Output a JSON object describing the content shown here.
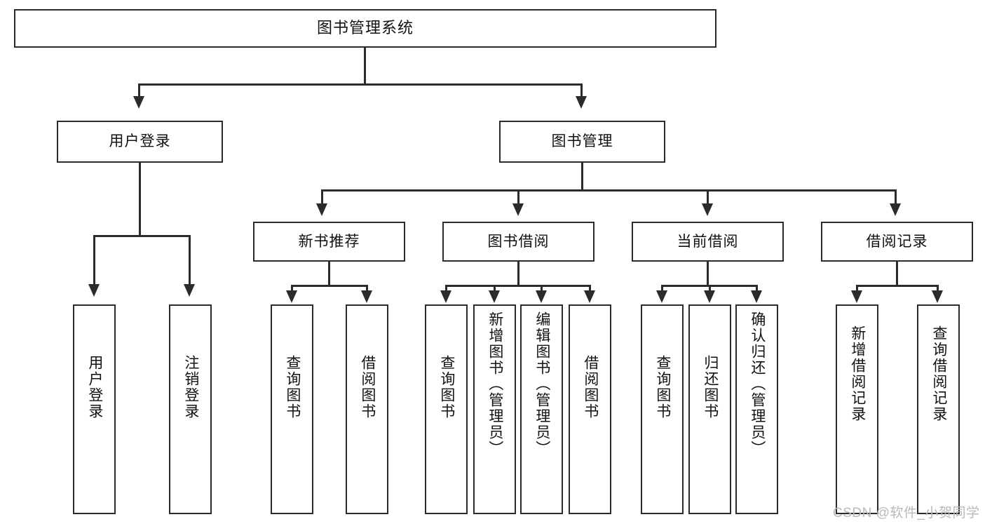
{
  "diagram": {
    "kind": "function-structure-tree",
    "title": "图书管理系统",
    "watermark": "CSDN @软件_小贺同学",
    "colors": {
      "stroke": "#2b2b2b",
      "fill": "#ffffff",
      "text": "#111111",
      "watermark": "#b9b9b9"
    },
    "levels": {
      "root": "图书管理系统",
      "level2": [
        "用户登录",
        "图书管理"
      ],
      "level3": [
        "新书推荐",
        "图书借阅",
        "当前借阅",
        "借阅记录"
      ]
    },
    "nodes": {
      "root": {
        "label": "图书管理系统"
      },
      "user_login": {
        "label": "用户登录"
      },
      "book_mgmt": {
        "label": "图书管理"
      },
      "new_book_rec": {
        "label": "新书推荐"
      },
      "book_borrow": {
        "label": "图书借阅"
      },
      "current_borrow": {
        "label": "当前借阅"
      },
      "borrow_record": {
        "label": "借阅记录"
      },
      "leaf_user_login": {
        "label": "用户登录"
      },
      "leaf_user_logout": {
        "label": "注销登录"
      },
      "leaf_rec_query_book": {
        "label": "查询图书"
      },
      "leaf_rec_borrow_book": {
        "label": "借阅图书"
      },
      "leaf_borrow_query_book": {
        "label": "查询图书"
      },
      "leaf_borrow_add_book": {
        "label": "新增图书（管理员）"
      },
      "leaf_borrow_edit_book": {
        "label": "编辑图书（管理员）"
      },
      "leaf_borrow_borrow_book": {
        "label": "借阅图书"
      },
      "leaf_cur_query_book": {
        "label": "查询图书"
      },
      "leaf_cur_return_book": {
        "label": "归还图书"
      },
      "leaf_cur_confirm_return": {
        "label": "确认归还（管理员）"
      },
      "leaf_rec_add_record": {
        "label": "新增借阅记录"
      },
      "leaf_rec_query_record": {
        "label": "查询借阅记录"
      }
    }
  }
}
